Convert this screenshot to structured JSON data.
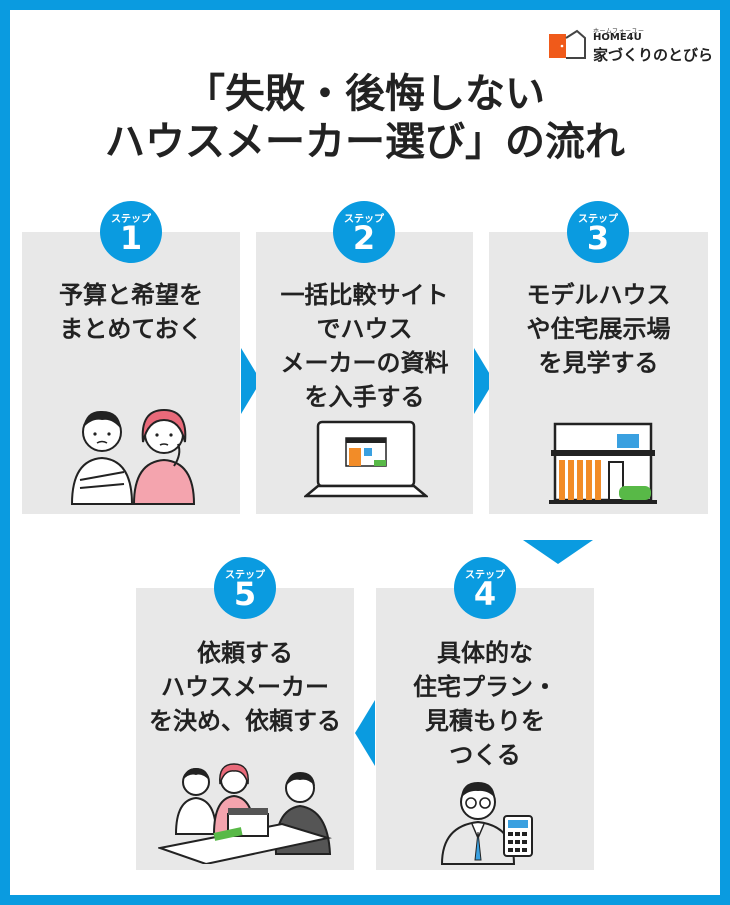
{
  "logo": {
    "kana": "ホームフォーユー",
    "brand": "HOME4U",
    "name": "家づくりのとびら"
  },
  "title": {
    "line1": "「失敗・後悔しない",
    "line2": "ハウスメーカー選び」の流れ"
  },
  "steps": [
    {
      "label": "ステップ",
      "number": "1",
      "lines": [
        "予算と希望を",
        "まとめておく"
      ],
      "icon": "couple-thinking-illustration"
    },
    {
      "label": "ステップ",
      "number": "2",
      "lines": [
        "一括比較サイト",
        "でハウス",
        "メーカーの資料",
        "を入手する"
      ],
      "icon": "laptop-house-illustration"
    },
    {
      "label": "ステップ",
      "number": "3",
      "lines": [
        "モデルハウス",
        "や住宅展示場",
        "を見学する"
      ],
      "icon": "model-house-illustration"
    },
    {
      "label": "ステップ",
      "number": "4",
      "lines": [
        "具体的な",
        "住宅プラン・",
        "見積もりを",
        "つくる"
      ],
      "icon": "salesman-calculator-illustration"
    },
    {
      "label": "ステップ",
      "number": "5",
      "lines": [
        "依頼する",
        "ハウスメーカー",
        "を決め、依頼する"
      ],
      "icon": "meeting-illustration"
    }
  ],
  "colors": {
    "accent": "#0a9be0",
    "card": "#e8e8e8",
    "text": "#222222",
    "illustration_orange": "#f28c28",
    "illustration_green": "#58b947",
    "illustration_blue": "#3aa0e0"
  }
}
